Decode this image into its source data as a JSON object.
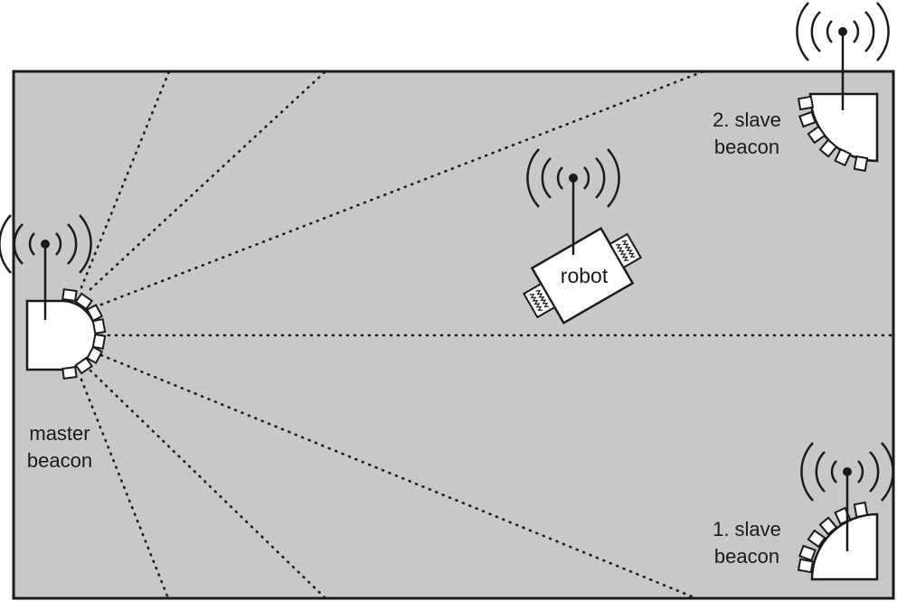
{
  "labels": {
    "robot": "robot",
    "master": [
      "master",
      "beacon"
    ],
    "slave2": [
      "2. slave",
      "beacon"
    ],
    "slave1": [
      "1. slave",
      "beacon"
    ]
  },
  "colors": {
    "field": "#c8c8c8",
    "stroke": "#1a1a1a",
    "device": "#ffffff"
  },
  "icons": [
    "antenna-signal-icon",
    "antenna-signal-icon",
    "antenna-signal-icon",
    "antenna-signal-icon"
  ]
}
